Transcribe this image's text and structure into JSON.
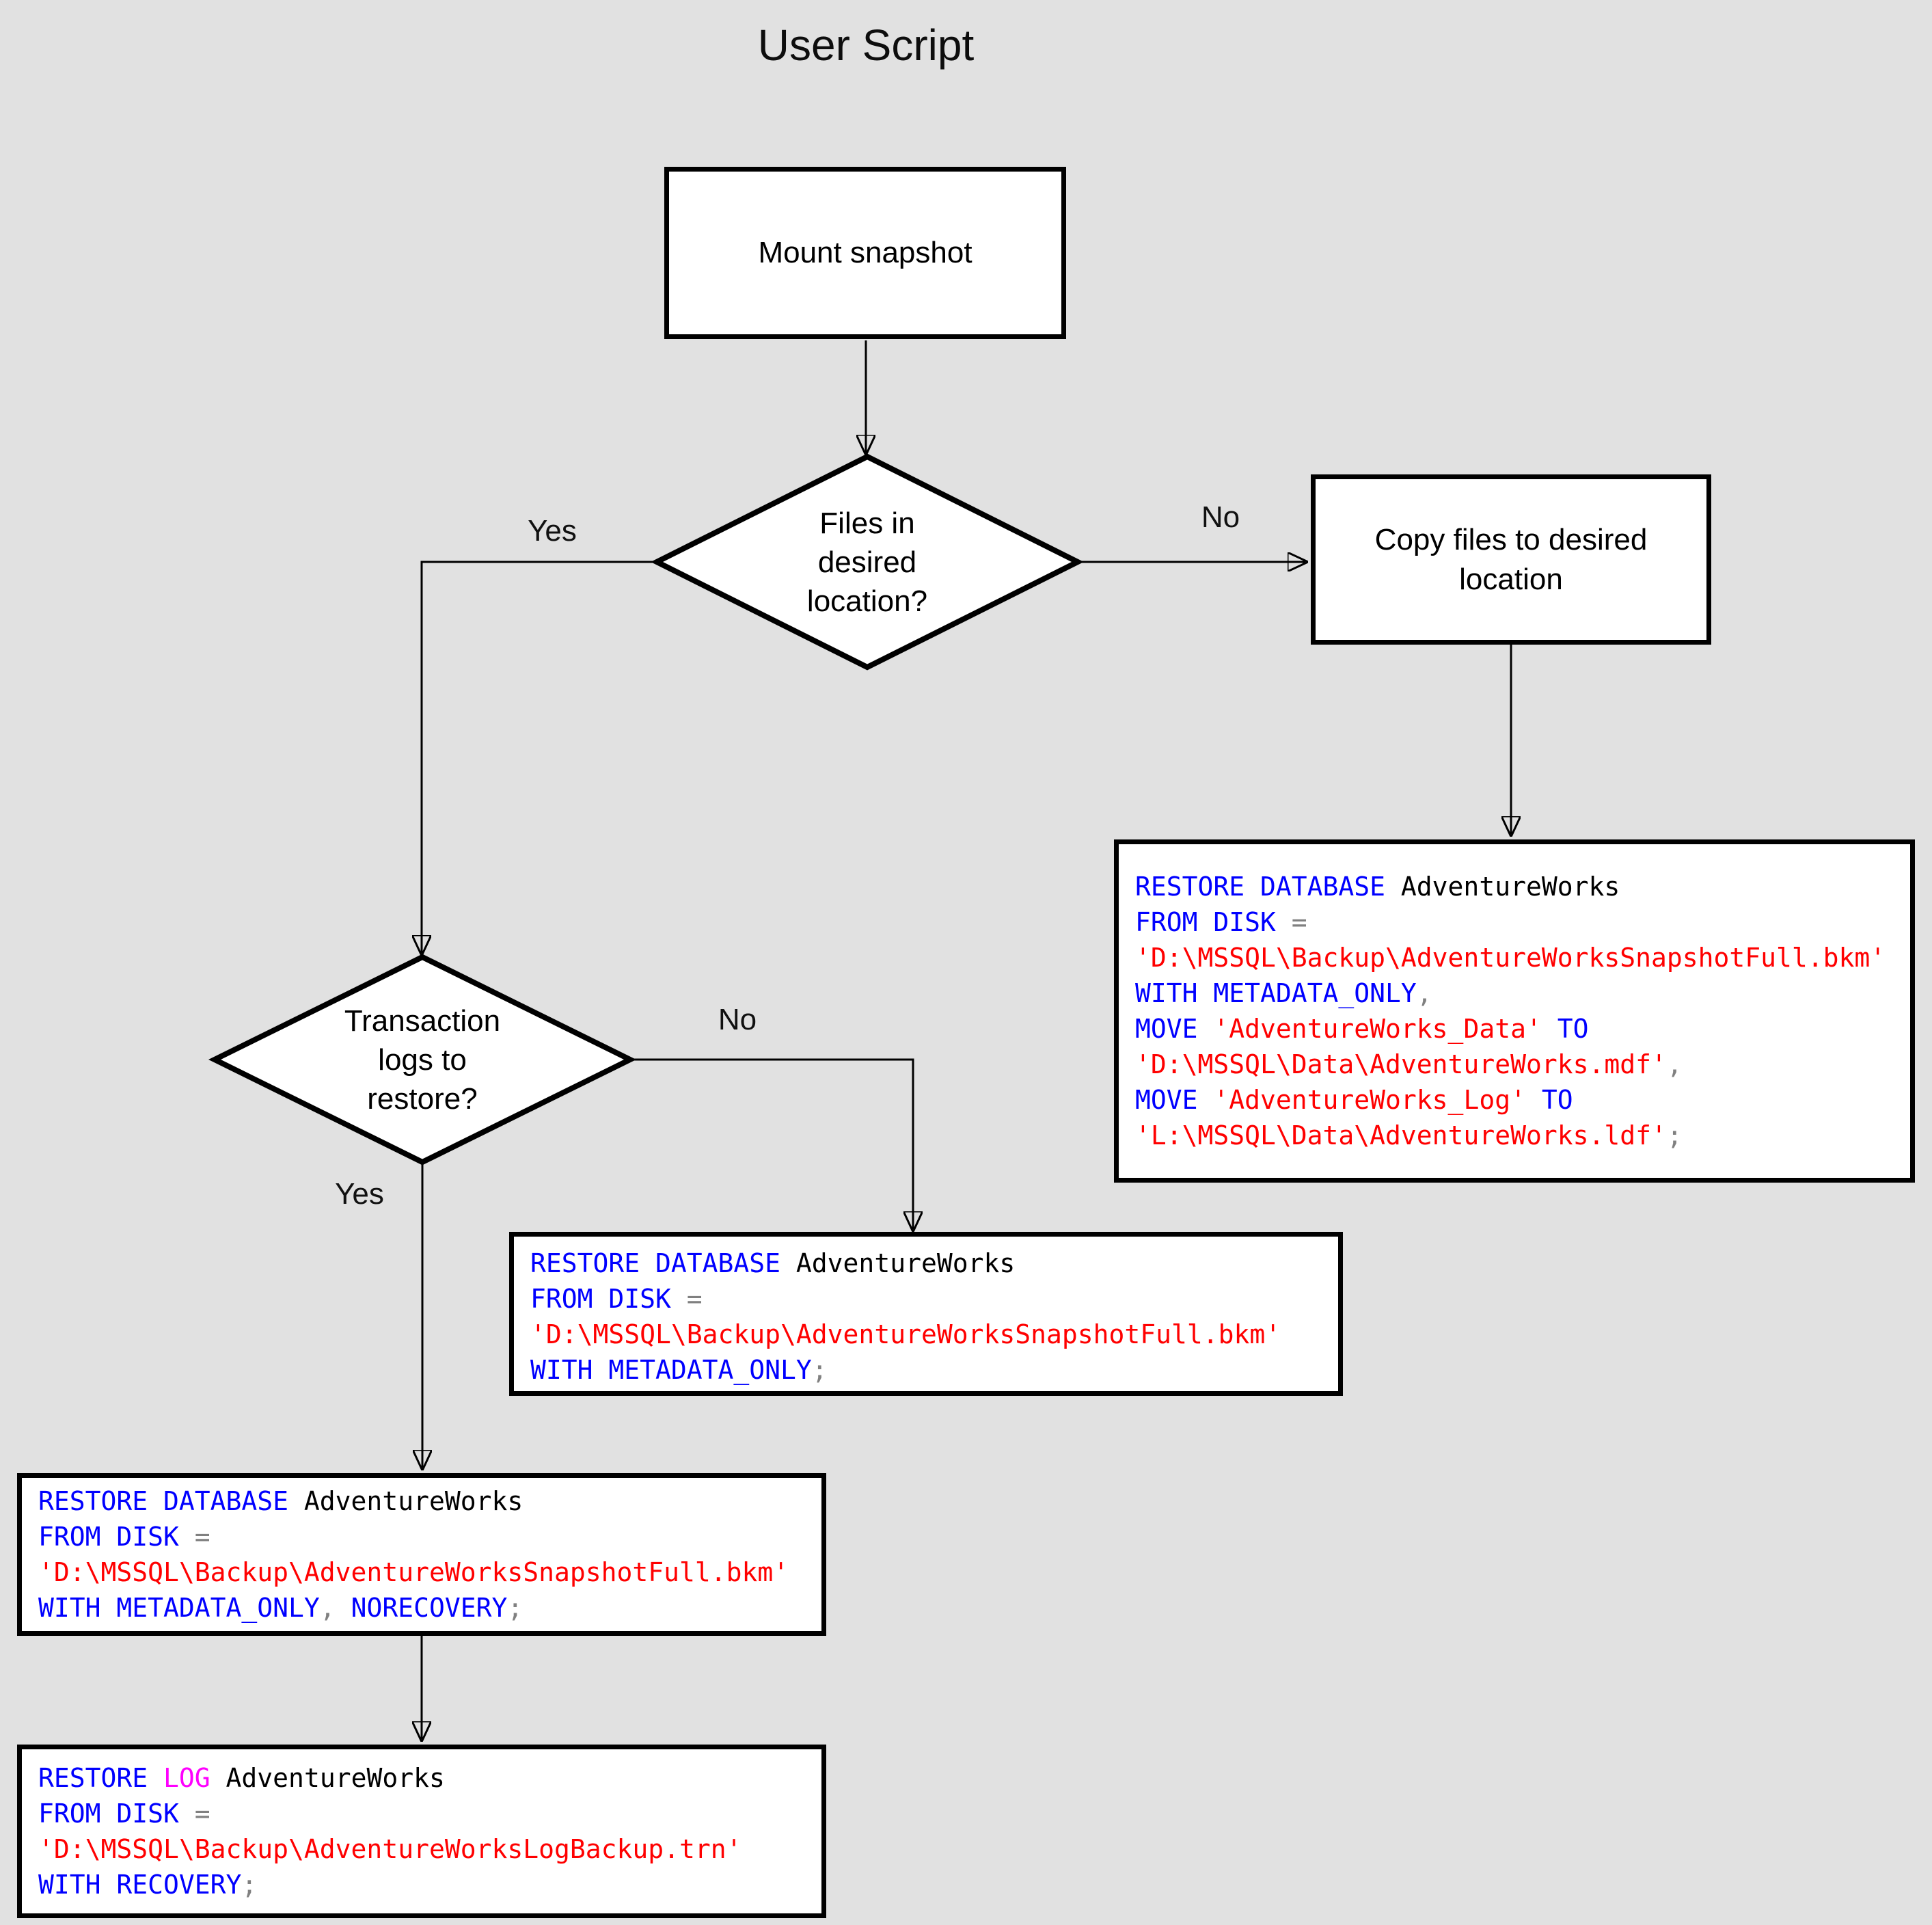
{
  "title": "User Script",
  "background_color": "#e1e1e1",
  "colors": {
    "keyword": "#0000ff",
    "string": "#ff0000",
    "operator": "#808080",
    "identifier": "#000000",
    "log_keyword": "#ff00ff",
    "shape_fill": "#ffffff",
    "shape_border": "#000000"
  },
  "nodes": {
    "mount_snapshot": {
      "label": "Mount snapshot"
    },
    "files_decision": {
      "label": "Files in\ndesired\nlocation?"
    },
    "copy_files": {
      "label": "Copy files to desired\nlocation"
    },
    "logs_decision": {
      "label": "Transaction\nlogs to\nrestore?"
    }
  },
  "edge_labels": {
    "files_yes": "Yes",
    "files_no": "No",
    "logs_yes": "Yes",
    "logs_no": "No"
  },
  "code_boxes": {
    "copy_restore": {
      "lines": [
        [
          {
            "t": "RESTORE DATABASE",
            "c": "kw"
          },
          {
            "t": " AdventureWorks",
            "c": "id"
          }
        ],
        [
          {
            "t": "FROM DISK",
            "c": "kw"
          },
          {
            "t": " =",
            "c": "op"
          }
        ],
        [
          {
            "t": "'D:\\MSSQL\\Backup\\AdventureWorksSnapshotFull.bkm'",
            "c": "str"
          }
        ],
        [
          {
            "t": "WITH METADATA_ONLY",
            "c": "kw"
          },
          {
            "t": ",",
            "c": "op"
          }
        ],
        [
          {
            "t": "MOVE ",
            "c": "kw"
          },
          {
            "t": "'AdventureWorks_Data'",
            "c": "str"
          },
          {
            "t": " TO",
            "c": "kw"
          }
        ],
        [
          {
            "t": "'D:\\MSSQL\\Data\\AdventureWorks.mdf'",
            "c": "str"
          },
          {
            "t": ",",
            "c": "op"
          }
        ],
        [
          {
            "t": "MOVE ",
            "c": "kw"
          },
          {
            "t": "'AdventureWorks_Log'",
            "c": "str"
          },
          {
            "t": " TO",
            "c": "kw"
          }
        ],
        [
          {
            "t": "'L:\\MSSQL\\Data\\AdventureWorks.ldf'",
            "c": "str"
          },
          {
            "t": ";",
            "c": "op"
          }
        ]
      ]
    },
    "metadata_only": {
      "lines": [
        [
          {
            "t": "RESTORE DATABASE",
            "c": "kw"
          },
          {
            "t": " AdventureWorks",
            "c": "id"
          }
        ],
        [
          {
            "t": "FROM DISK",
            "c": "kw"
          },
          {
            "t": " =",
            "c": "op"
          }
        ],
        [
          {
            "t": "'D:\\MSSQL\\Backup\\AdventureWorksSnapshotFull.bkm'",
            "c": "str"
          }
        ],
        [
          {
            "t": "WITH METADATA_ONLY",
            "c": "kw"
          },
          {
            "t": ";",
            "c": "op"
          }
        ]
      ]
    },
    "norecovery": {
      "lines": [
        [
          {
            "t": "RESTORE DATABASE",
            "c": "kw"
          },
          {
            "t": " AdventureWorks",
            "c": "id"
          }
        ],
        [
          {
            "t": "FROM DISK",
            "c": "kw"
          },
          {
            "t": " =",
            "c": "op"
          }
        ],
        [
          {
            "t": "'D:\\MSSQL\\Backup\\AdventureWorksSnapshotFull.bkm'",
            "c": "str"
          }
        ],
        [
          {
            "t": "WITH METADATA_ONLY",
            "c": "kw"
          },
          {
            "t": ",",
            "c": "op"
          },
          {
            "t": " NORECOVERY",
            "c": "kw"
          },
          {
            "t": ";",
            "c": "op"
          }
        ]
      ]
    },
    "restore_log": {
      "lines": [
        [
          {
            "t": "RESTORE ",
            "c": "kw"
          },
          {
            "t": "LOG",
            "c": "log"
          },
          {
            "t": " AdventureWorks",
            "c": "id"
          }
        ],
        [
          {
            "t": "FROM DISK",
            "c": "kw"
          },
          {
            "t": " =",
            "c": "op"
          }
        ],
        [
          {
            "t": "'D:\\MSSQL\\Backup\\AdventureWorksLogBackup.trn'",
            "c": "str"
          }
        ],
        [
          {
            "t": "WITH RECOVERY",
            "c": "kw"
          },
          {
            "t": ";",
            "c": "op"
          }
        ]
      ]
    }
  }
}
